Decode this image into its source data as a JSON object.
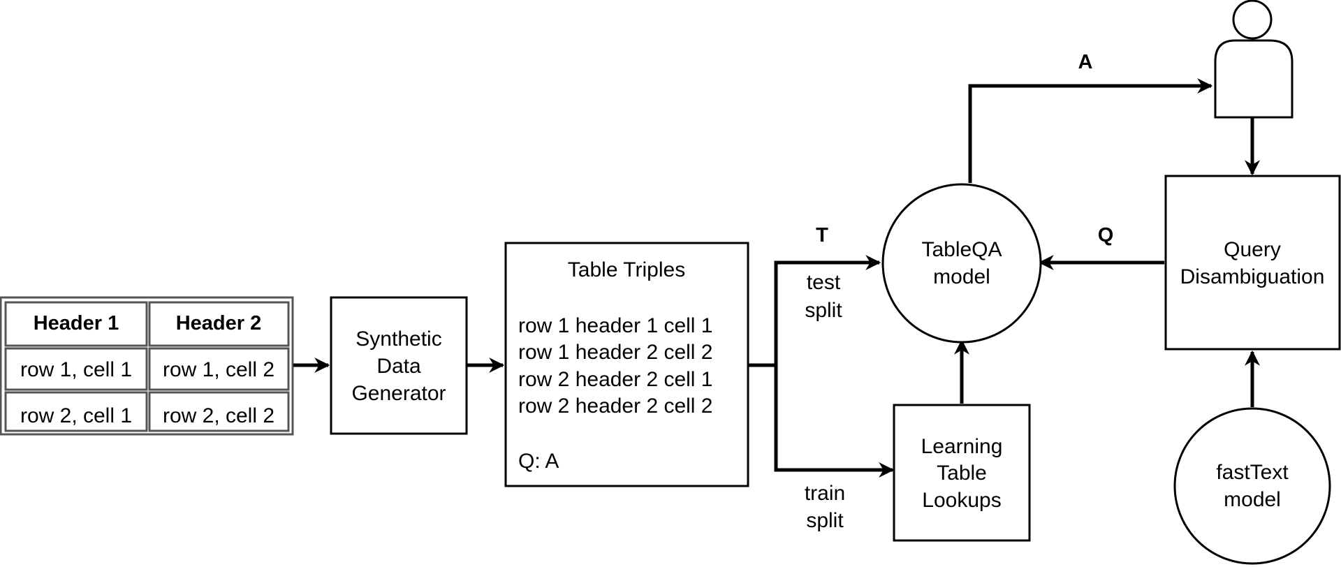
{
  "table": {
    "headers": [
      "Header 1",
      "Header 2"
    ],
    "rows": [
      [
        "row 1, cell 1",
        "row 1, cell 2"
      ],
      [
        "row 2, cell 1",
        "row 2, cell 2"
      ]
    ]
  },
  "nodes": {
    "synthetic": [
      "Synthetic",
      "Data",
      "Generator"
    ],
    "triples": {
      "title": "Table Triples",
      "lines": [
        "row 1 header 1 cell 1",
        "row 1 header 2 cell 2",
        "row 2 header 2 cell 1",
        "row 2 header 2 cell 2"
      ],
      "qa": "Q: A"
    },
    "tableqa": [
      "TableQA",
      "model"
    ],
    "learning": [
      "Learning",
      "Table",
      "Lookups"
    ],
    "query": [
      "Query",
      "Disambiguation"
    ],
    "fasttext": [
      "fastText",
      "model"
    ]
  },
  "edge_labels": {
    "t": "T",
    "q": "Q",
    "a": "A",
    "test_split": [
      "test",
      "split"
    ],
    "train_split": [
      "train",
      "split"
    ]
  }
}
